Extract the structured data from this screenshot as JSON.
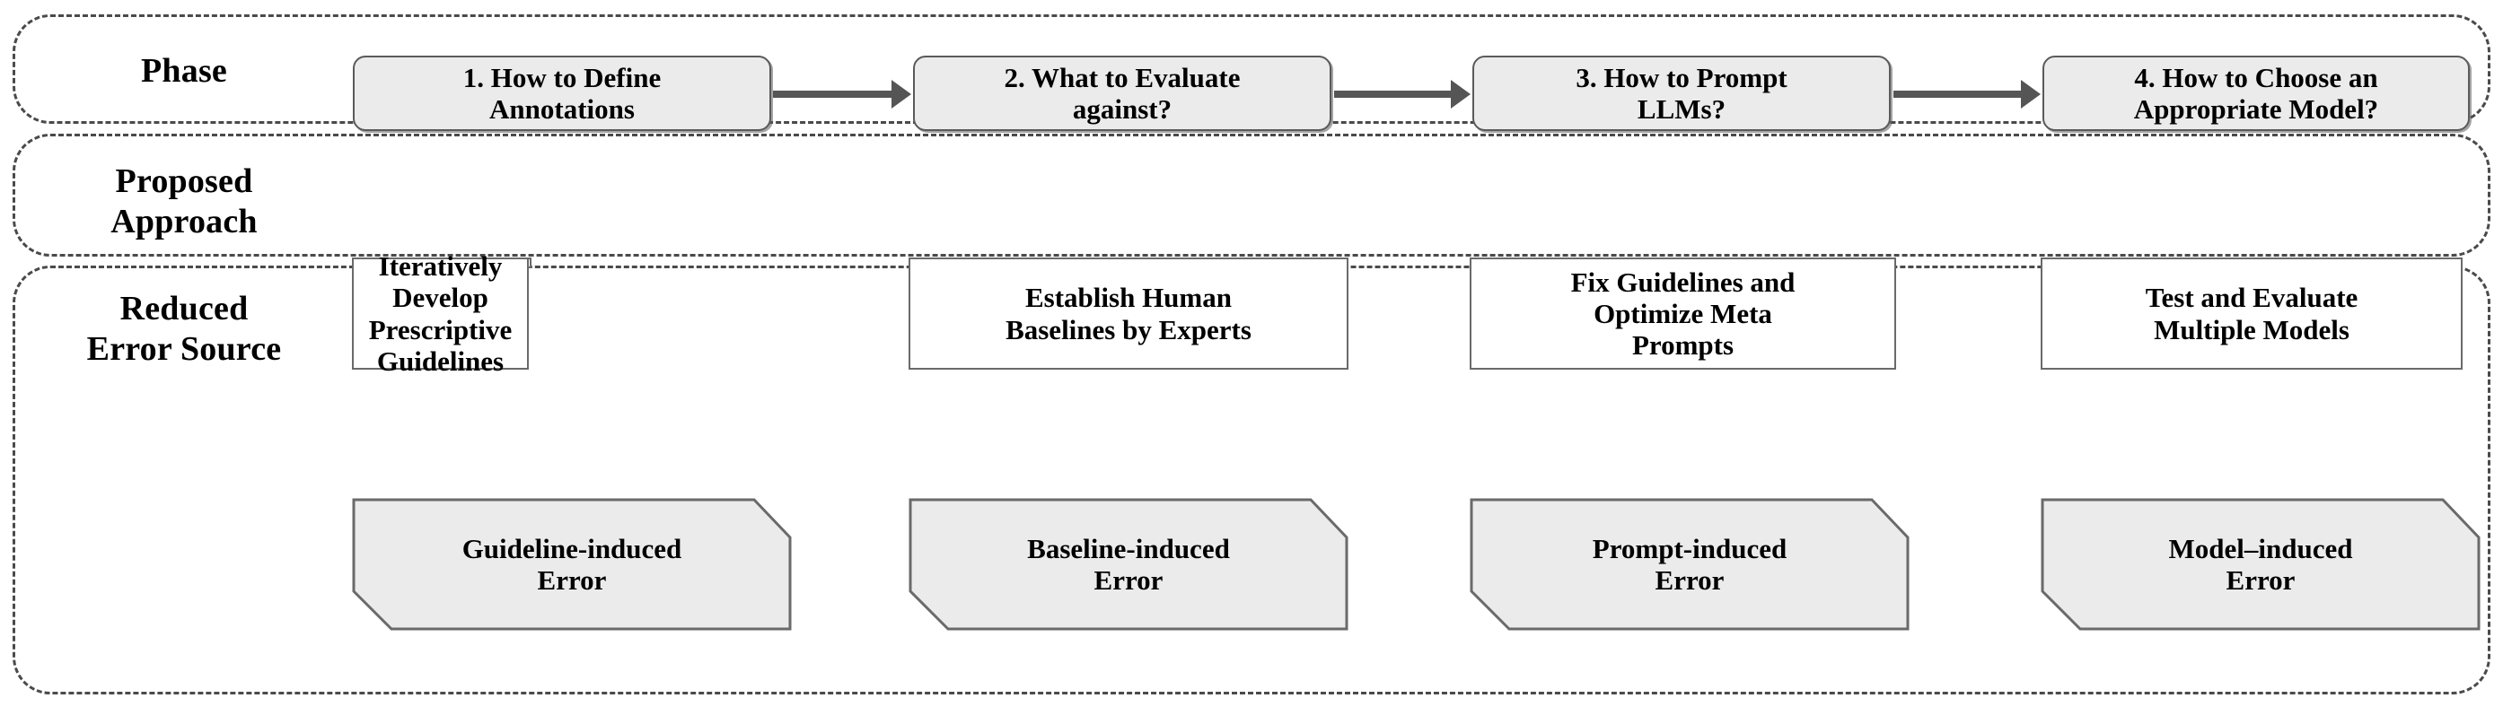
{
  "figure": {
    "title": "Phase / Proposed Approach / Reduced Error Source pipeline",
    "colors": {
      "node_fill_grey": "#ebebeb",
      "node_fill_white": "#ffffff",
      "node_border": "#5a5a5a",
      "band_border": "#4a4a4a",
      "arrow": "#555555",
      "text": "#000000",
      "background": "#ffffff"
    }
  },
  "rows": [
    {
      "id": "phase",
      "label": "Phase",
      "label_lines": [
        "Phase"
      ],
      "shape": "rounded-rectangle",
      "cells": [
        {
          "lines": [
            "1. How to Define",
            "Annotations"
          ],
          "text": "1. How to Define Annotations"
        },
        {
          "lines": [
            "2. What to Evaluate",
            "against?"
          ],
          "text": "2. What to Evaluate against?"
        },
        {
          "lines": [
            "3. How to Prompt",
            "LLMs?"
          ],
          "text": "3. How to Prompt LLMs?"
        },
        {
          "lines": [
            "4. How to Choose an",
            "Appropriate Model?"
          ],
          "text": "4. How to Choose an Appropriate Model?"
        }
      ]
    },
    {
      "id": "approach",
      "label": "Proposed Approach",
      "label_lines": [
        "Proposed",
        "Approach"
      ],
      "shape": "rectangle",
      "cells": [
        {
          "lines": [
            "Iteratively Develop",
            "Prescriptive",
            "Guidelines"
          ],
          "text": "Iteratively Develop Prescriptive Guidelines"
        },
        {
          "lines": [
            "Establish Human",
            "Baselines by Experts"
          ],
          "text": "Establish Human Baselines by Experts"
        },
        {
          "lines": [
            "Fix Guidelines and",
            "Optimize Meta",
            "Prompts"
          ],
          "text": "Fix Guidelines and Optimize Meta Prompts"
        },
        {
          "lines": [
            "Test and Evaluate",
            "Multiple Models"
          ],
          "text": "Test and Evaluate Multiple Models"
        }
      ]
    },
    {
      "id": "error",
      "label": "Reduced Error Source",
      "label_lines": [
        "Reduced",
        "Error Source"
      ],
      "shape": "clipped-corner-polygon",
      "cells": [
        {
          "lines": [
            "Guideline-induced",
            "Error"
          ],
          "text": "Guideline-induced Error"
        },
        {
          "lines": [
            "Baseline-induced",
            "Error"
          ],
          "text": "Baseline-induced Error"
        },
        {
          "lines": [
            "Prompt-induced",
            "Error"
          ],
          "text": "Prompt-induced Error"
        },
        {
          "lines": [
            "Model–induced",
            "Error"
          ],
          "text": "Model–induced Error"
        }
      ]
    }
  ],
  "arrows": [
    {
      "from": "1. How to Define Annotations",
      "to": "2. What to Evaluate against?",
      "direction": "right"
    },
    {
      "from": "2. What to Evaluate against?",
      "to": "3. How to Prompt LLMs?",
      "direction": "right"
    },
    {
      "from": "3. How to Prompt LLMs?",
      "to": "4. How to Choose an Appropriate Model?",
      "direction": "right"
    }
  ]
}
